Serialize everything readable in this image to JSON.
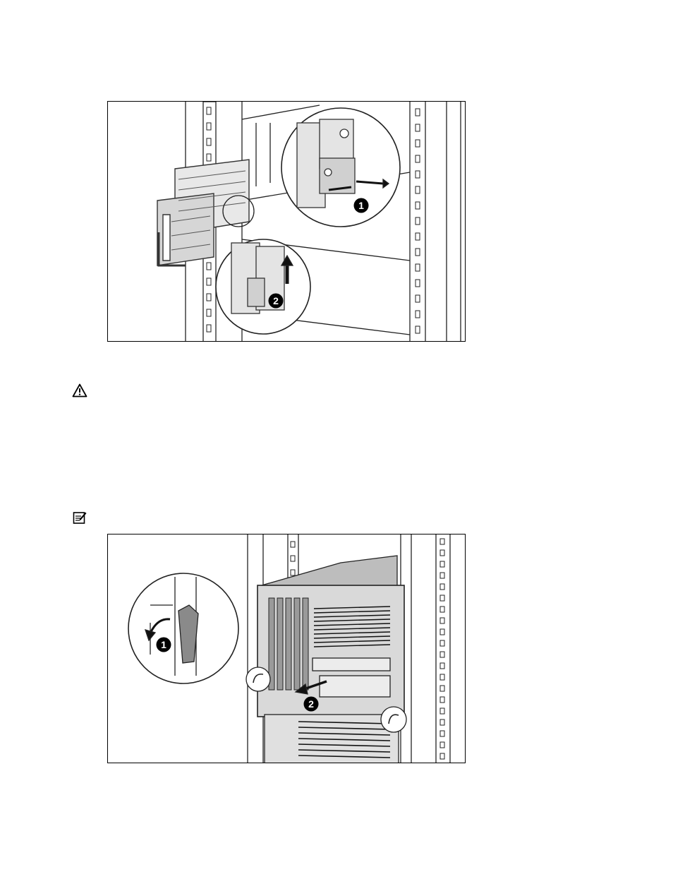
{
  "page": {
    "figures": [
      {
        "id": "figure-cable-arm-removal",
        "callouts": [
          "1",
          "2"
        ]
      },
      {
        "id": "figure-server-release-from-rack",
        "callouts": [
          "1",
          "2"
        ]
      }
    ],
    "icons": [
      "caution-icon",
      "note-icon"
    ]
  }
}
